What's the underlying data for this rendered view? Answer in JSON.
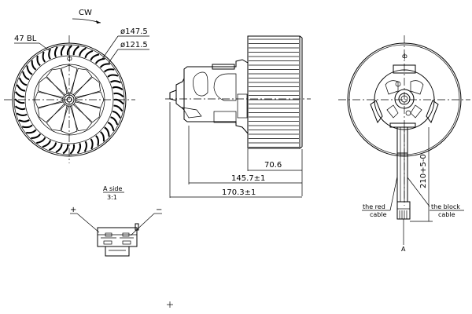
{
  "drawing": {
    "rotation_label": "CW",
    "blade_count_label": "47 BL",
    "diameter_outer": "ø147.5",
    "diameter_inner": "ø121.5",
    "dim_fan_width": "70.6",
    "dim_motor_length": "145.7±1",
    "dim_overall_length": "170.3±1",
    "dim_cable_length": "210+5-0",
    "cable_red_label_1": "the red",
    "cable_red_label_2": "cable",
    "cable_black_label_1": "the block",
    "cable_black_label_2": "cable",
    "view_marker": "A",
    "detail_title": "A side",
    "detail_scale": "3:1",
    "plus_label": "+",
    "minus_label": "−",
    "axis_symbol": "ф"
  },
  "colors": {
    "line": "#000000",
    "background": "#ffffff"
  }
}
